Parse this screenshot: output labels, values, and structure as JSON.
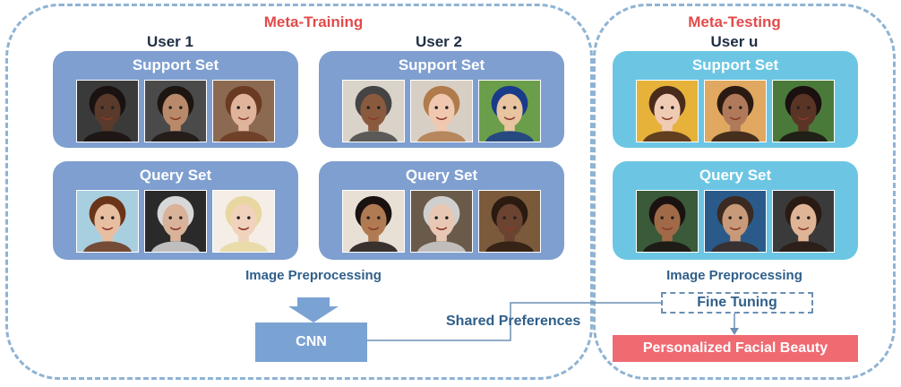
{
  "meta_training": {
    "title": "Meta-Training",
    "users": [
      {
        "label": "User 1",
        "support_label": "Support Set",
        "query_label": "Query Set"
      },
      {
        "label": "User 2",
        "support_label": "Support Set",
        "query_label": "Query Set"
      }
    ],
    "preprocessing_label": "Image Preprocessing",
    "cnn_label": "CNN"
  },
  "shared_label": "Shared Preferences",
  "meta_testing": {
    "title": "Meta-Testing",
    "user_label": "User u",
    "support_label": "Support Set",
    "query_label": "Query Set",
    "preprocessing_label": "Image Preprocessing",
    "finetune_label": "Fine Tuning",
    "output_label": "Personalized Facial Beauty"
  },
  "colors": {
    "meta_box": "#7f9fd0",
    "test_box": "#6cc6e3",
    "title_red": "#e24b4b",
    "output": "#f06a72",
    "cnn": "#7aa3d3",
    "dashed_border": "#8fb3d4"
  },
  "face_icons": {
    "u1_support": [
      "face-portrait-icon",
      "face-portrait-icon",
      "face-portrait-icon"
    ],
    "u1_query": [
      "face-portrait-icon",
      "face-portrait-icon",
      "face-portrait-icon"
    ],
    "u2_support": [
      "face-portrait-icon",
      "face-portrait-icon",
      "face-portrait-icon"
    ],
    "u2_query": [
      "face-portrait-icon",
      "face-portrait-icon",
      "face-portrait-icon"
    ],
    "uu_support": [
      "face-portrait-icon",
      "face-portrait-icon",
      "face-portrait-icon"
    ],
    "uu_query": [
      "face-portrait-icon",
      "face-portrait-icon",
      "face-portrait-icon"
    ]
  }
}
